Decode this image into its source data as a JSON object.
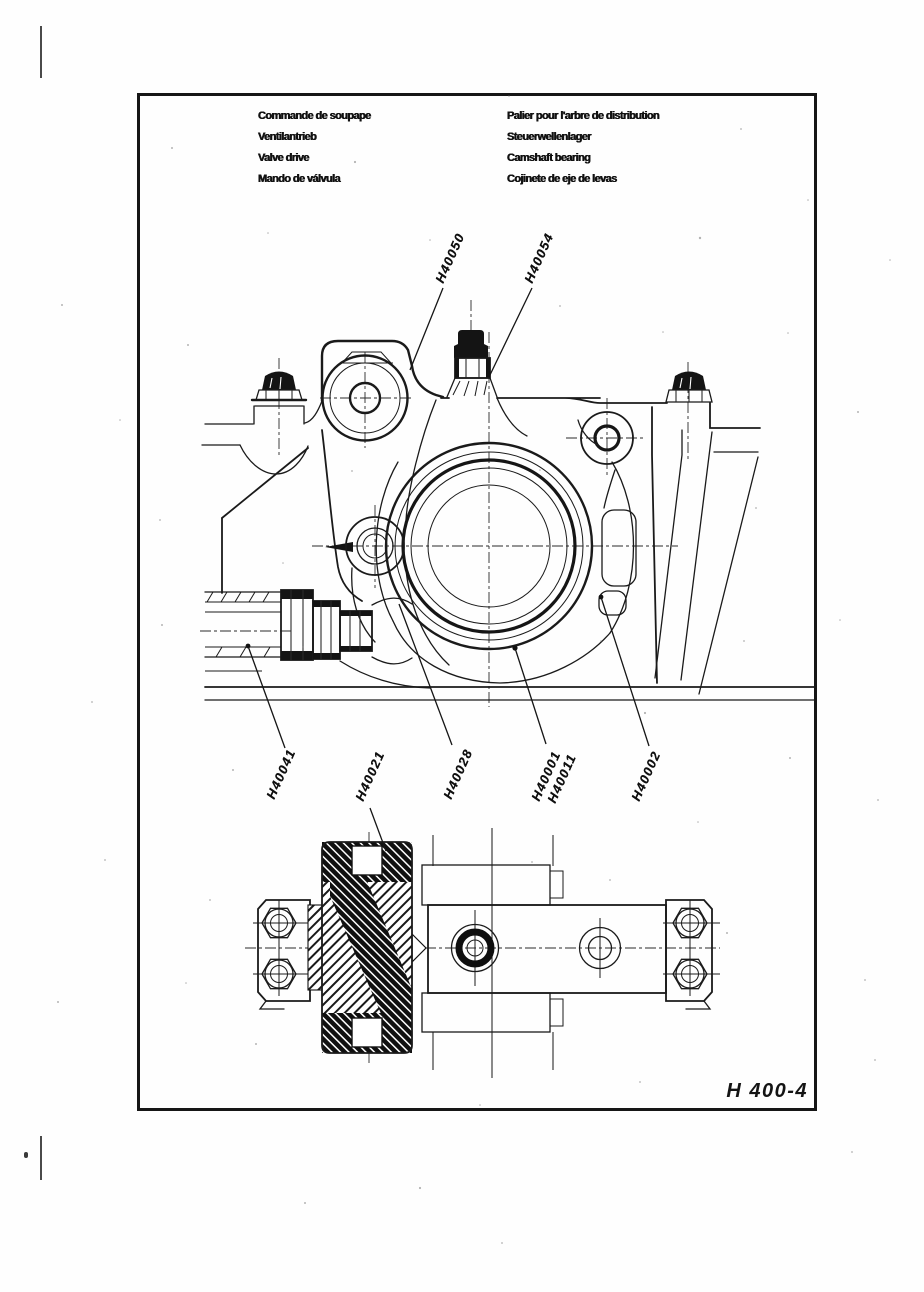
{
  "page": {
    "figure_number": "H 400-4"
  },
  "headings": {
    "left": {
      "lines": [
        "Commande de soupape",
        "Ventilantrieb",
        "Valve drive",
        "Mando de válvula"
      ]
    },
    "right": {
      "lines": [
        "Palier pour l'arbre de distribution",
        "Steuerwellenlager",
        "Camshaft bearing",
        "Cojinete de eje de levas"
      ]
    }
  },
  "callouts": {
    "h40050": "H40050",
    "h40054": "H40054",
    "h40041": "H40041",
    "h40021": "H40021",
    "h40028": "H40028",
    "h40001": "H40001",
    "h40011": "H40011",
    "h40002": "H40002"
  },
  "colors": {
    "ink": "#1a1a1a",
    "paper": "#ffffff"
  }
}
